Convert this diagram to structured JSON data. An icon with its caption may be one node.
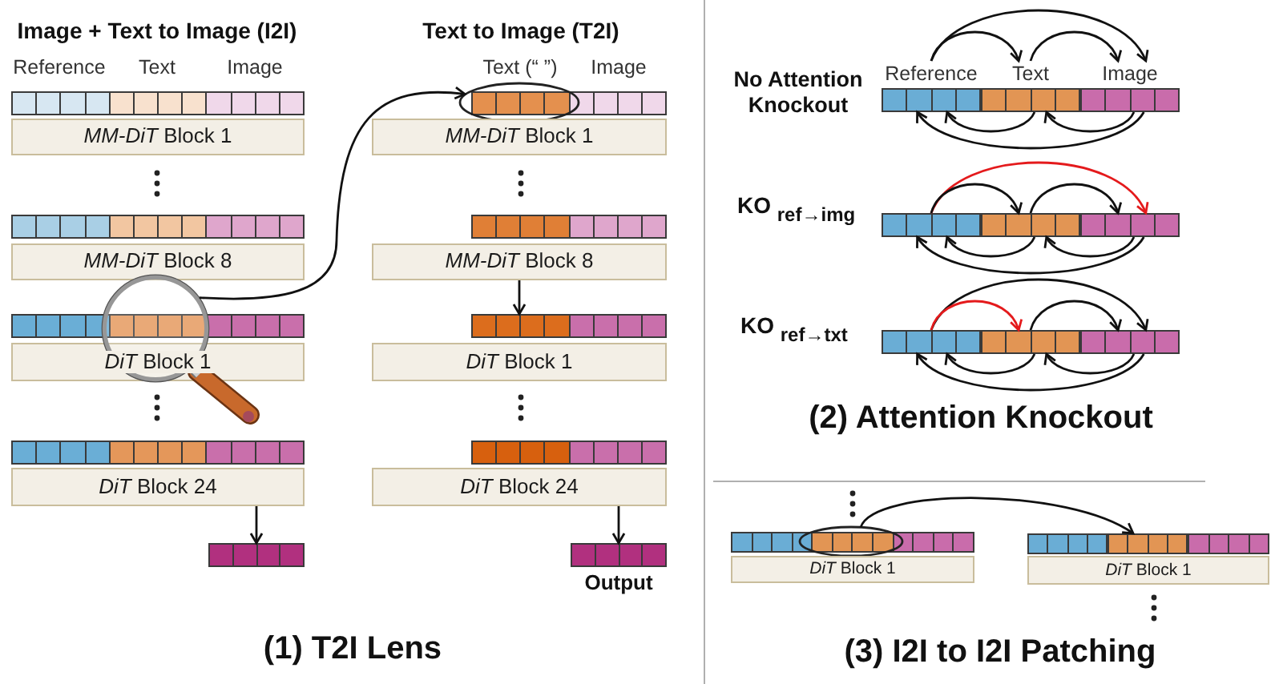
{
  "diagram": {
    "nodes": [
      {
        "text": [],
        "shape": "bar"
      },
      {
        "text": [
          "*MM-DiT* Block 1"
        ]
      },
      {
        "text": [],
        "shape": "bar"
      },
      {
        "text": [
          "*MM-DiT* Block 8"
        ]
      },
      {
        "text": [],
        "shape": "bar"
      },
      {
        "text": [
          "*DiT* Block 1"
        ]
      },
      {
        "text": [],
        "shape": "bar"
      },
      {
        "text": [
          "*DiT* Block 24"
        ]
      },
      {
        "text": [],
        "shape": "bar"
      },
      {
        "text": [],
        "shape": "picture"
      },
      {
        "text": [],
        "shape": "bar"
      },
      {
        "text": [],
        "shape": "ellipse"
      },
      {
        "text": [
          "*MM-DiT* Block 1"
        ]
      },
      {
        "text": [],
        "shape": "bar"
      },
      {
        "text": [
          "*MM-DiT* Block 8"
        ]
      },
      {
        "text": [],
        "shape": "bar"
      },
      {
        "text": [
          "*DiT* Block 1"
        ]
      },
      {
        "text": [],
        "shape": "bar"
      },
      {
        "text": [
          "*DiT* Block 24"
        ]
      },
      {
        "text": [],
        "shape": "bar",
        "beside": [
          "Output"
        ]
      },
      {
        "text": [
          "Reference"
        ]
      },
      {
        "text": [
          "Text"
        ]
      },
      {
        "text": [
          "Image"
        ]
      },
      {
        "text": [],
        "shape": "bar"
      },
      {
        "text": [],
        "shape": "bar"
      },
      {
        "text": [],
        "shape": "bar"
      },
      {
        "text": [],
        "shape": "bar"
      },
      {
        "text": [],
        "shape": "bar"
      },
      {
        "text": [],
        "shape": "bar"
      },
      {
        "text": [],
        "shape": "bar"
      },
      {
        "text": [],
        "shape": "ellipse"
      },
      {
        "text": [
          "*DiT* Block 1"
        ]
      },
      {
        "text": [],
        "shape": "bar"
      },
      {
        "text": [],
        "shape": "bar"
      },
      {
        "text": [],
        "shape": "bar"
      },
      {
        "text": [
          "*DiT* Block 1"
        ]
      }
    ],
    "edges": [
      {
        "from": 7,
        "to": 8,
        "arrow": "to"
      },
      {
        "from": 9,
        "to": 11,
        "arrow": "to"
      },
      {
        "from": 14,
        "to": 15,
        "arrow": "to"
      },
      {
        "from": 18,
        "to": 19,
        "arrow": "to"
      },
      {
        "from": 20,
        "to": 22,
        "arrow": "to"
      },
      {
        "from": 20,
        "to": 21,
        "arrow": "to"
      },
      {
        "from": 21,
        "to": 22,
        "arrow": "to"
      },
      {
        "from": 21,
        "to": 20,
        "arrow": "to"
      },
      {
        "from": 22,
        "to": 21,
        "arrow": "to"
      },
      {
        "from": 22,
        "to": 20,
        "arrow": "to"
      },
      {
        "from": 23,
        "to": 25,
        "arrow": "to",
        "color": "#e41a1c"
      },
      {
        "from": 23,
        "to": 24,
        "arrow": "to"
      },
      {
        "from": 24,
        "to": 25,
        "arrow": "to"
      },
      {
        "from": 24,
        "to": 23,
        "arrow": "to"
      },
      {
        "from": 25,
        "to": 24,
        "arrow": "to"
      },
      {
        "from": 25,
        "to": 23,
        "arrow": "to"
      },
      {
        "from": 26,
        "to": 28,
        "arrow": "to"
      },
      {
        "from": 26,
        "to": 27,
        "arrow": "to",
        "color": "#e41a1c"
      },
      {
        "from": 27,
        "to": 28,
        "arrow": "to"
      },
      {
        "from": 27,
        "to": 26,
        "arrow": "to"
      },
      {
        "from": 28,
        "to": 27,
        "arrow": "to"
      },
      {
        "from": 28,
        "to": 26,
        "arrow": "to"
      },
      {
        "from": 30,
        "to": 33,
        "arrow": "to"
      }
    ],
    "labels": [
      "Image + Text to Image (I2I)",
      "Text to Image (T2I)",
      "Reference",
      "Text",
      "Image",
      "Text (“ ”)",
      "Image",
      "(1) T2I Lens",
      "No Attention Knockout",
      "KO $_{ref→img}$",
      "KO $_{ref→txt}$",
      "(2) Attention Knockout",
      "(3) I2I to I2I Patching"
    ]
  }
}
